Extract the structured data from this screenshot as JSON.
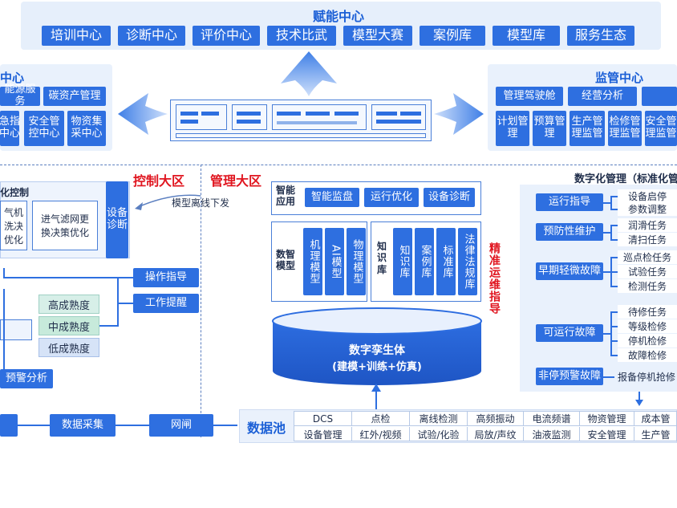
{
  "top": {
    "title": "赋能中心",
    "items": [
      "培训中心",
      "诊断中心",
      "评价中心",
      "技术比武",
      "模型大赛",
      "案例库",
      "模型库",
      "服务生态"
    ]
  },
  "left_center": {
    "title": "中心",
    "row1": [
      "能源服务",
      "碳资产管理"
    ],
    "row2": [
      "急指\n中心",
      "安全管\n控中心",
      "物资集\n采中心"
    ]
  },
  "right_center": {
    "title": "监管中心",
    "row1": [
      "管理驾驶舱",
      "经营分析"
    ],
    "row2": [
      "计划管\n理",
      "预算管\n理",
      "生产管\n理监管",
      "检修管\n理监管",
      "安全管\n理监管"
    ]
  },
  "control": {
    "area_label": "控制大区",
    "panel_title": "化控制",
    "box1": "气机\n洗决\n优化",
    "box2": "进气滤网更\n换决策优化",
    "side": "设备\n诊断",
    "ops": [
      "操作指导",
      "工作提醒"
    ],
    "maturity": [
      "高成熟度",
      "中成熟度",
      "低成熟度"
    ],
    "warning": "预警分析",
    "flow": [
      "数据采集",
      "网闸"
    ]
  },
  "management": {
    "area_label": "管理大区",
    "offline_label": "模型离线下发",
    "smart_app": {
      "label": "智能\n应用",
      "items": [
        "智能监盘",
        "运行优化",
        "设备诊断"
      ]
    },
    "model": {
      "label": "数智\n模型",
      "items": [
        "机理模型",
        "AI模型",
        "物理模型"
      ]
    },
    "knowledge": {
      "label": "知\n识\n库",
      "items": [
        "知识库",
        "案例库",
        "标准库",
        "法律法规库"
      ]
    },
    "twin": {
      "line1": "数字孪生体",
      "line2": "(建模+训练+仿真)"
    },
    "precise": "精准运维指导"
  },
  "data_pool": {
    "label": "数据池",
    "row1": [
      "DCS",
      "点检",
      "离线检测",
      "高频振动",
      "电流频谱",
      "物资管理",
      "成本管"
    ],
    "row2": [
      "设备管理",
      "红外/视频",
      "试验/化验",
      "局放/声纹",
      "油液监测",
      "安全管理",
      "生产管"
    ]
  },
  "digital_mgmt": {
    "title": "数字化管理（标准化管",
    "groups": [
      {
        "label": "运行指导",
        "tasks": [
          "设备启停",
          "参数调整"
        ]
      },
      {
        "label": "预防性维护",
        "tasks": [
          "润滑任务",
          "清扫任务"
        ]
      },
      {
        "label": "早期轻微故障",
        "tasks": [
          "巡点检任务",
          "试验任务",
          "检测任务"
        ]
      },
      {
        "label": "可运行故障",
        "tasks": [
          "待修任务",
          "等级检修",
          "停机检修",
          "故障检修"
        ]
      }
    ],
    "nonstop": {
      "label": "非停预警故障",
      "task": "报备停机抢修"
    }
  }
}
